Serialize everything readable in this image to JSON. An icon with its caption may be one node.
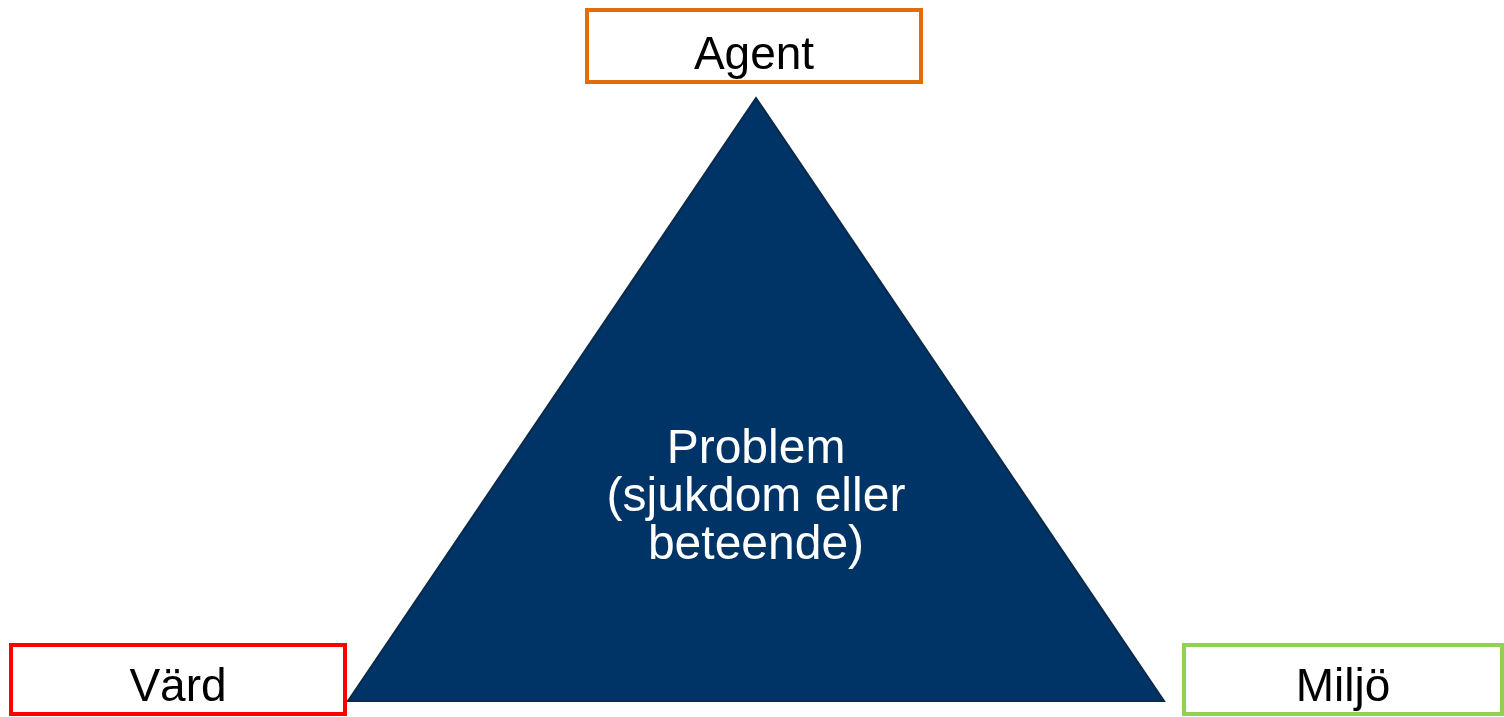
{
  "diagram": {
    "nodes": [
      {
        "text": [
          "Agent"
        ]
      },
      {
        "text": [
          "Problem (sjukdom eller beteende)"
        ]
      },
      {
        "text": [
          "Värd"
        ]
      },
      {
        "text": [
          "Miljö"
        ]
      }
    ]
  }
}
